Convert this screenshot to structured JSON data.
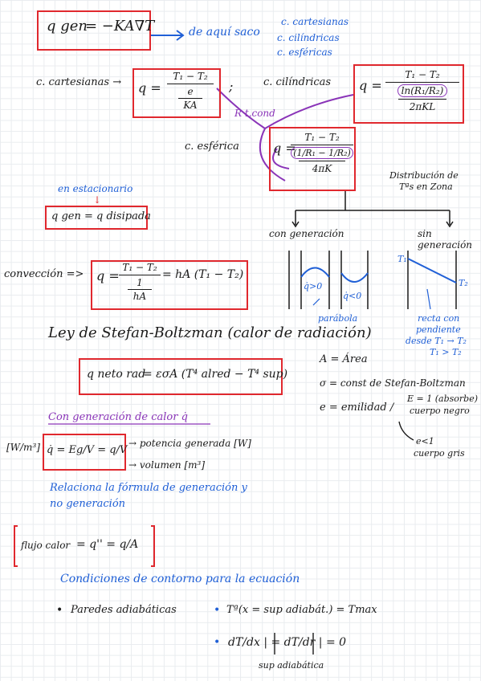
{
  "heading": {
    "q_gen_label": "q gen",
    "q_gen_eq": "= −KA∇T",
    "arrow_text": "de aquí saco",
    "coords": [
      "c. cartesianas",
      "c. cilíndricas",
      "c. esféricas"
    ]
  },
  "conduction": {
    "cart_label": "c. cartesianas →",
    "cart_q": "q =",
    "cart_num": "T₁ − T₂",
    "cart_den_num": "e",
    "cart_den_den": "KA",
    "semicolon": ";",
    "cyl_label": "c. cilíndricas",
    "cyl_q": "q =",
    "cyl_num": "T₁ − T₂",
    "cyl_den_num": "ln(R₁/R₂)",
    "cyl_den_den": "2πKL",
    "sph_label": "c. esférica",
    "sph_q": "q =",
    "sph_num": "T₁ − T₂",
    "sph_den_num": "(1/R₁ − 1/R₂)",
    "sph_den_den": "4πK",
    "rt_label": "R t,cond"
  },
  "stationary": {
    "label": "en estacionario",
    "arrow": "↓",
    "eq": "q gen = q disipada"
  },
  "distribution": {
    "title_1": "Distribución de",
    "title_2": "Tªs en Zona",
    "with_gen": "con generación",
    "without_gen": "sin generación",
    "qpos": "q̇>0",
    "qneg": "q̇<0",
    "parabola": "parábola",
    "t1": "T₁",
    "t2": "T₂",
    "line_note_1": "recta con",
    "line_note_2": "pendiente",
    "line_note_3": "desde T₁ → T₂",
    "line_note_4": "T₁ > T₂"
  },
  "convection": {
    "label": "convección =>",
    "q": "q =",
    "num": "T₁ − T₂",
    "den_num": "1",
    "den_den": "hA",
    "rhs": "= hA (T₁ − T₂)"
  },
  "radiation": {
    "title": "Ley de Stefan-Boltzman (calor de radiación)",
    "q": "q neto rad",
    "eq": "= εσA (T⁴ alred − T⁴ sup)",
    "a_def": "A = Área",
    "sigma_def": "σ = const de Stefan-Boltzman",
    "e_def": "e = emilidad /",
    "e1": "E = 1 (absorbe)",
    "e1b": "cuerpo negro",
    "elt1": "e<1",
    "elt1b": "cuerpo gris"
  },
  "generation": {
    "title": "Con generación de calor q̇",
    "units": "[W/m³]",
    "eq": "q̇ = Eg/V = q/V",
    "potencia": "→ potencia generada [W]",
    "volumen": "→ volumen [m³]",
    "relation_1": "Relaciona la fórmula de generación y",
    "relation_2": "no generación"
  },
  "flux": {
    "label": "flujo calor",
    "eq": "= q'' = q/A"
  },
  "boundary": {
    "title": "Condiciones de contorno para la ecuación",
    "bullet_1": "Paredes adiabáticas",
    "cond_1": "Tª(x = sup adiabát.) = Tmax",
    "cond_2": "dT/dx | = dT/dr | = 0",
    "cond_2_sub": "sup adiabática"
  }
}
